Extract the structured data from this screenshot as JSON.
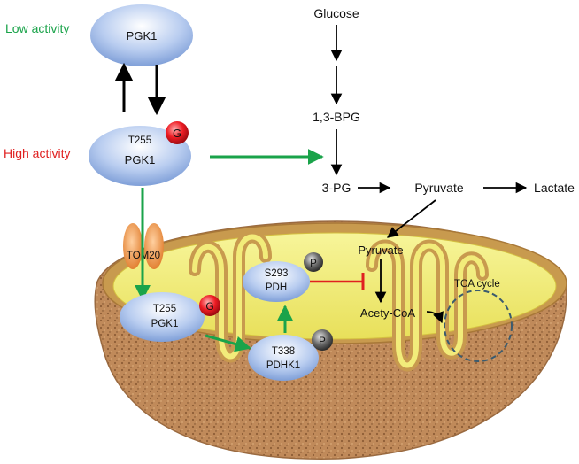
{
  "labels": {
    "low_activity": "Low activity",
    "high_activity": "High activity",
    "tom20": "TOM20",
    "tca_cycle": "TCA cycle"
  },
  "colors": {
    "low_activity": "#1aa34a",
    "high_activity": "#e02020",
    "activation_arrow": "#1aa34a",
    "inhibition": "#e02020",
    "protein_fill": "#9fb8e6",
    "glyco_badge": "#e8121e",
    "phospho_badge": "#4d4d4d",
    "matrix": "#f2f08a",
    "outer_shell": "#b07a4e"
  },
  "proteins": {
    "pgk1_low": {
      "name": "PGK1"
    },
    "pgk1_high": {
      "site": "T255",
      "name": "PGK1",
      "mod": "G"
    },
    "pgk1_mito": {
      "site": "T255",
      "name": "PGK1",
      "mod": "G"
    },
    "pdh": {
      "site": "S293",
      "name": "PDH",
      "mod": "P"
    },
    "pdhk1": {
      "site": "T338",
      "name": "PDHK1",
      "mod": "P"
    }
  },
  "glycolysis": {
    "glucose": "Glucose",
    "bpg": "1,3-BPG",
    "pg3": "3-PG",
    "pyruvate": "Pyruvate",
    "lactate": "Lactate"
  },
  "mito_metabolites": {
    "pyruvate": "Pyruvate",
    "acetyl_coa": "Acety-CoA"
  }
}
